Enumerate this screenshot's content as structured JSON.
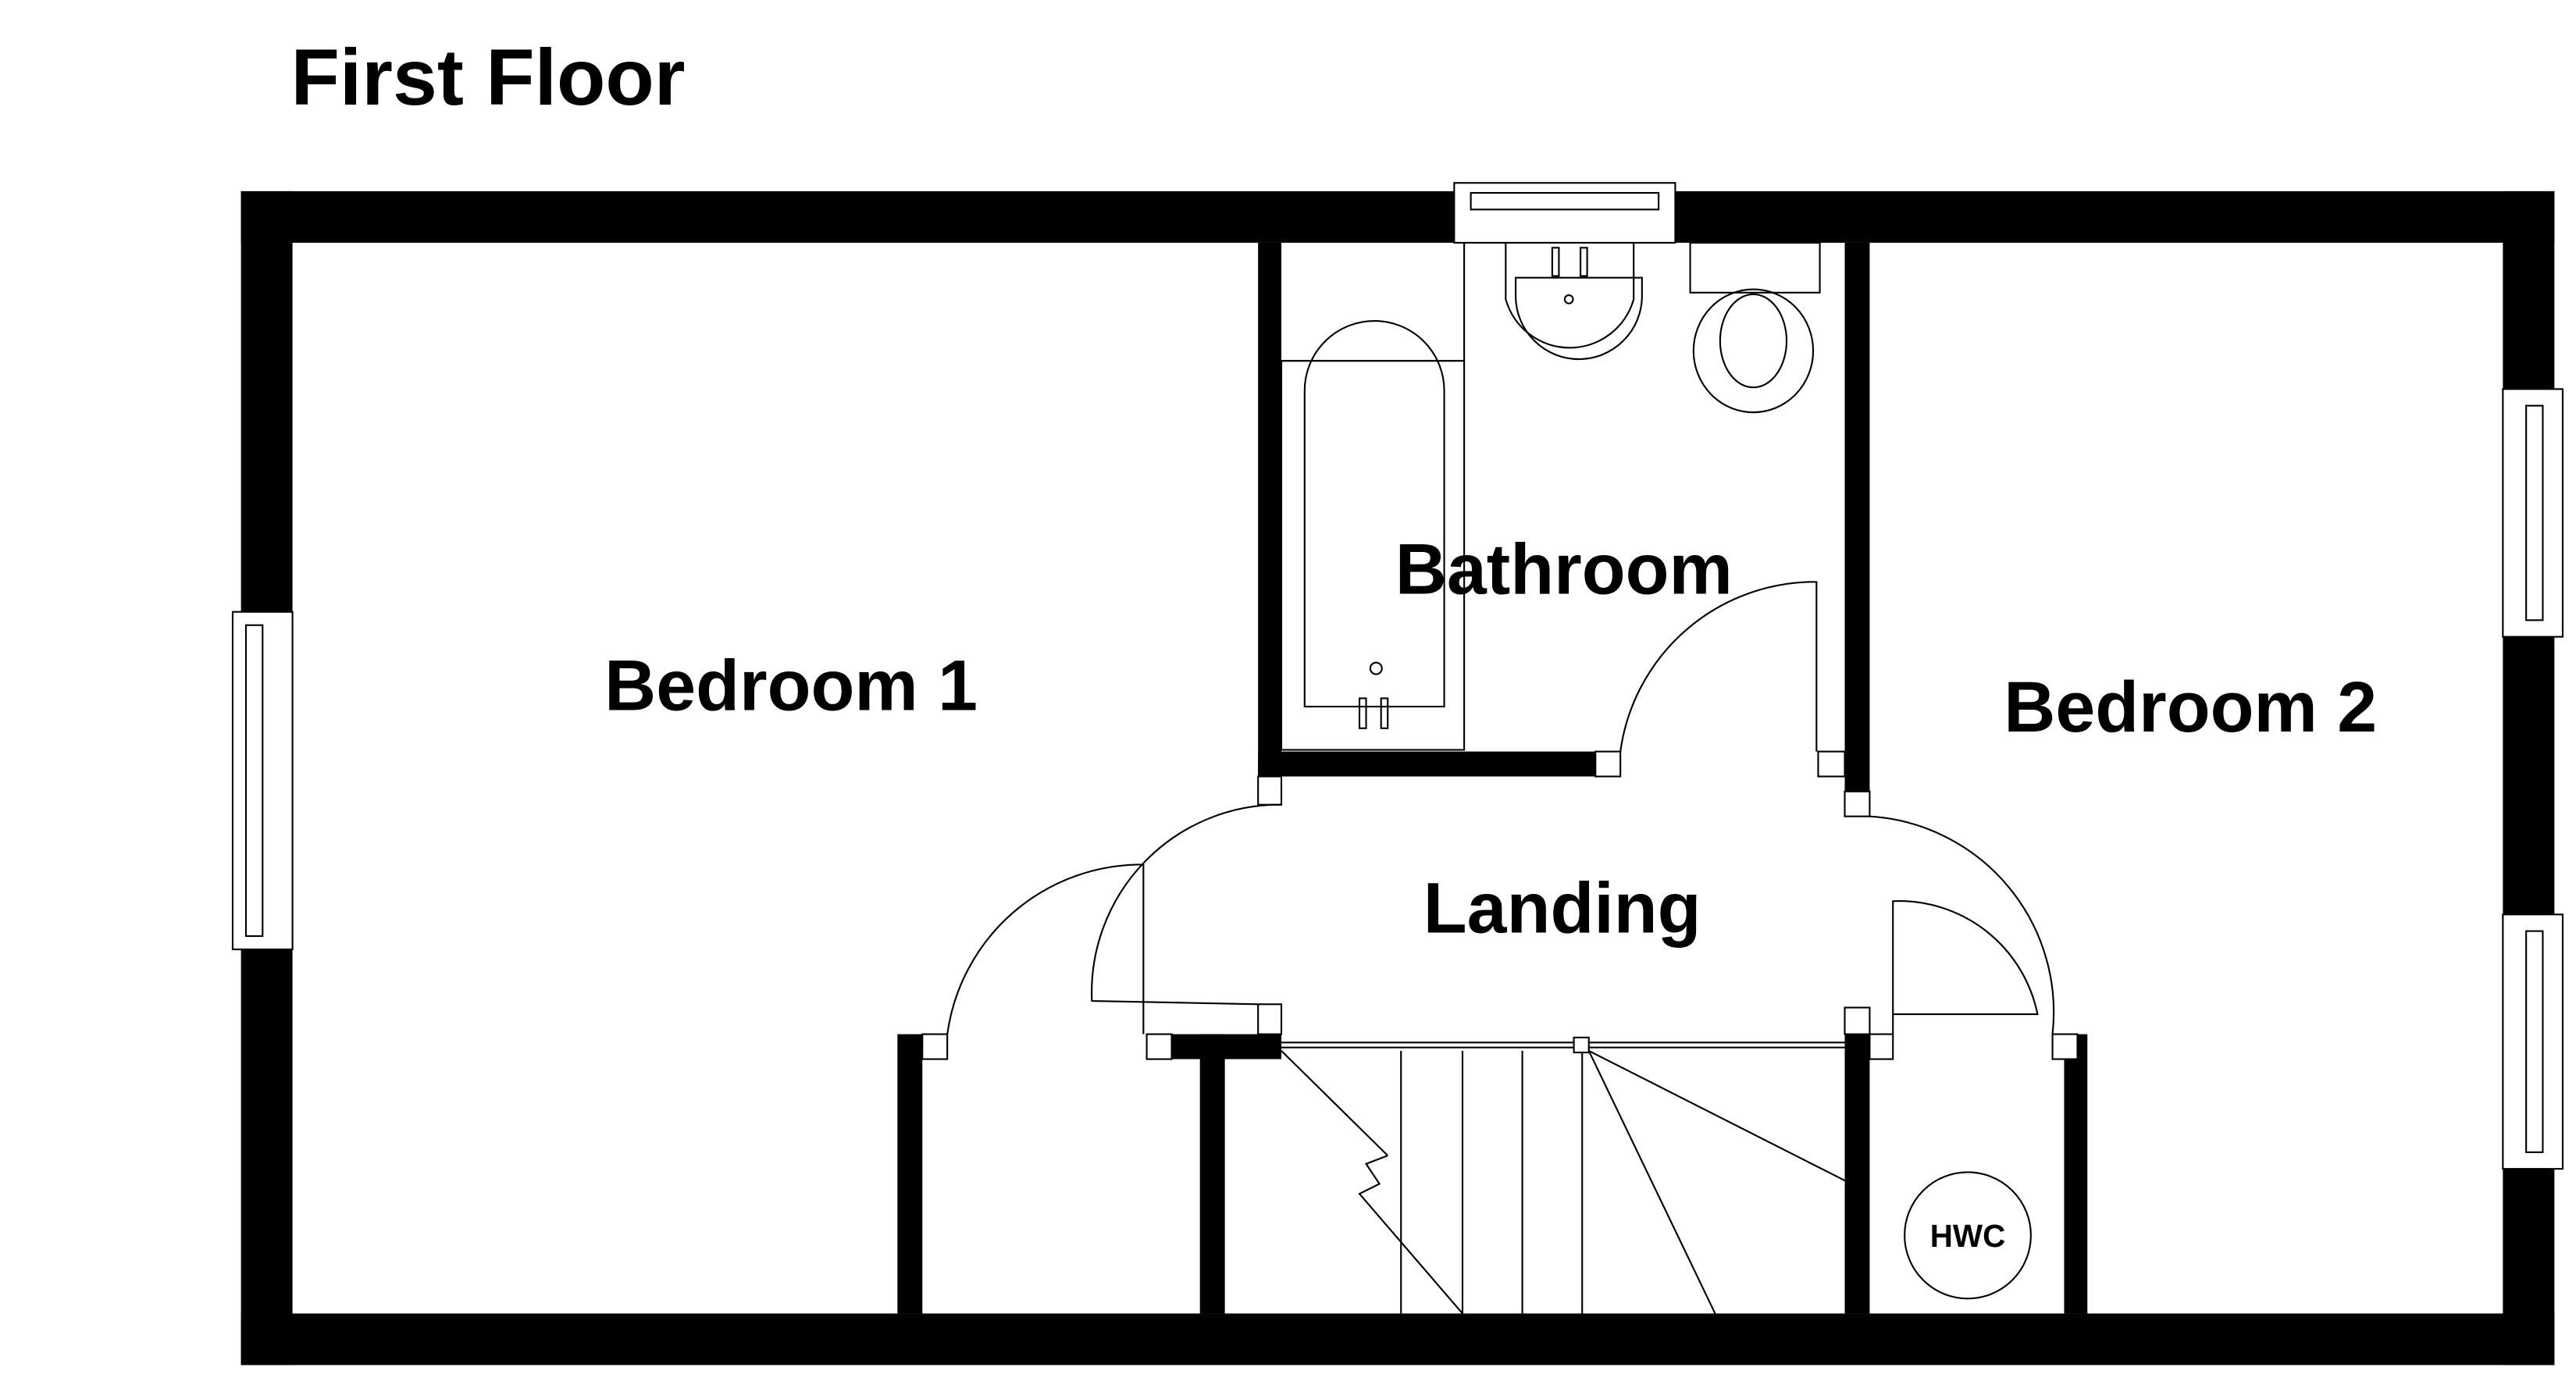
{
  "title": "First Floor",
  "rooms": {
    "bedroom1": "Bedroom 1",
    "bathroom": "Bathroom",
    "landing": "Landing",
    "bedroom2": "Bedroom 2",
    "hwc": "HWC"
  },
  "colors": {
    "wall": "#000000",
    "background": "#ffffff"
  }
}
